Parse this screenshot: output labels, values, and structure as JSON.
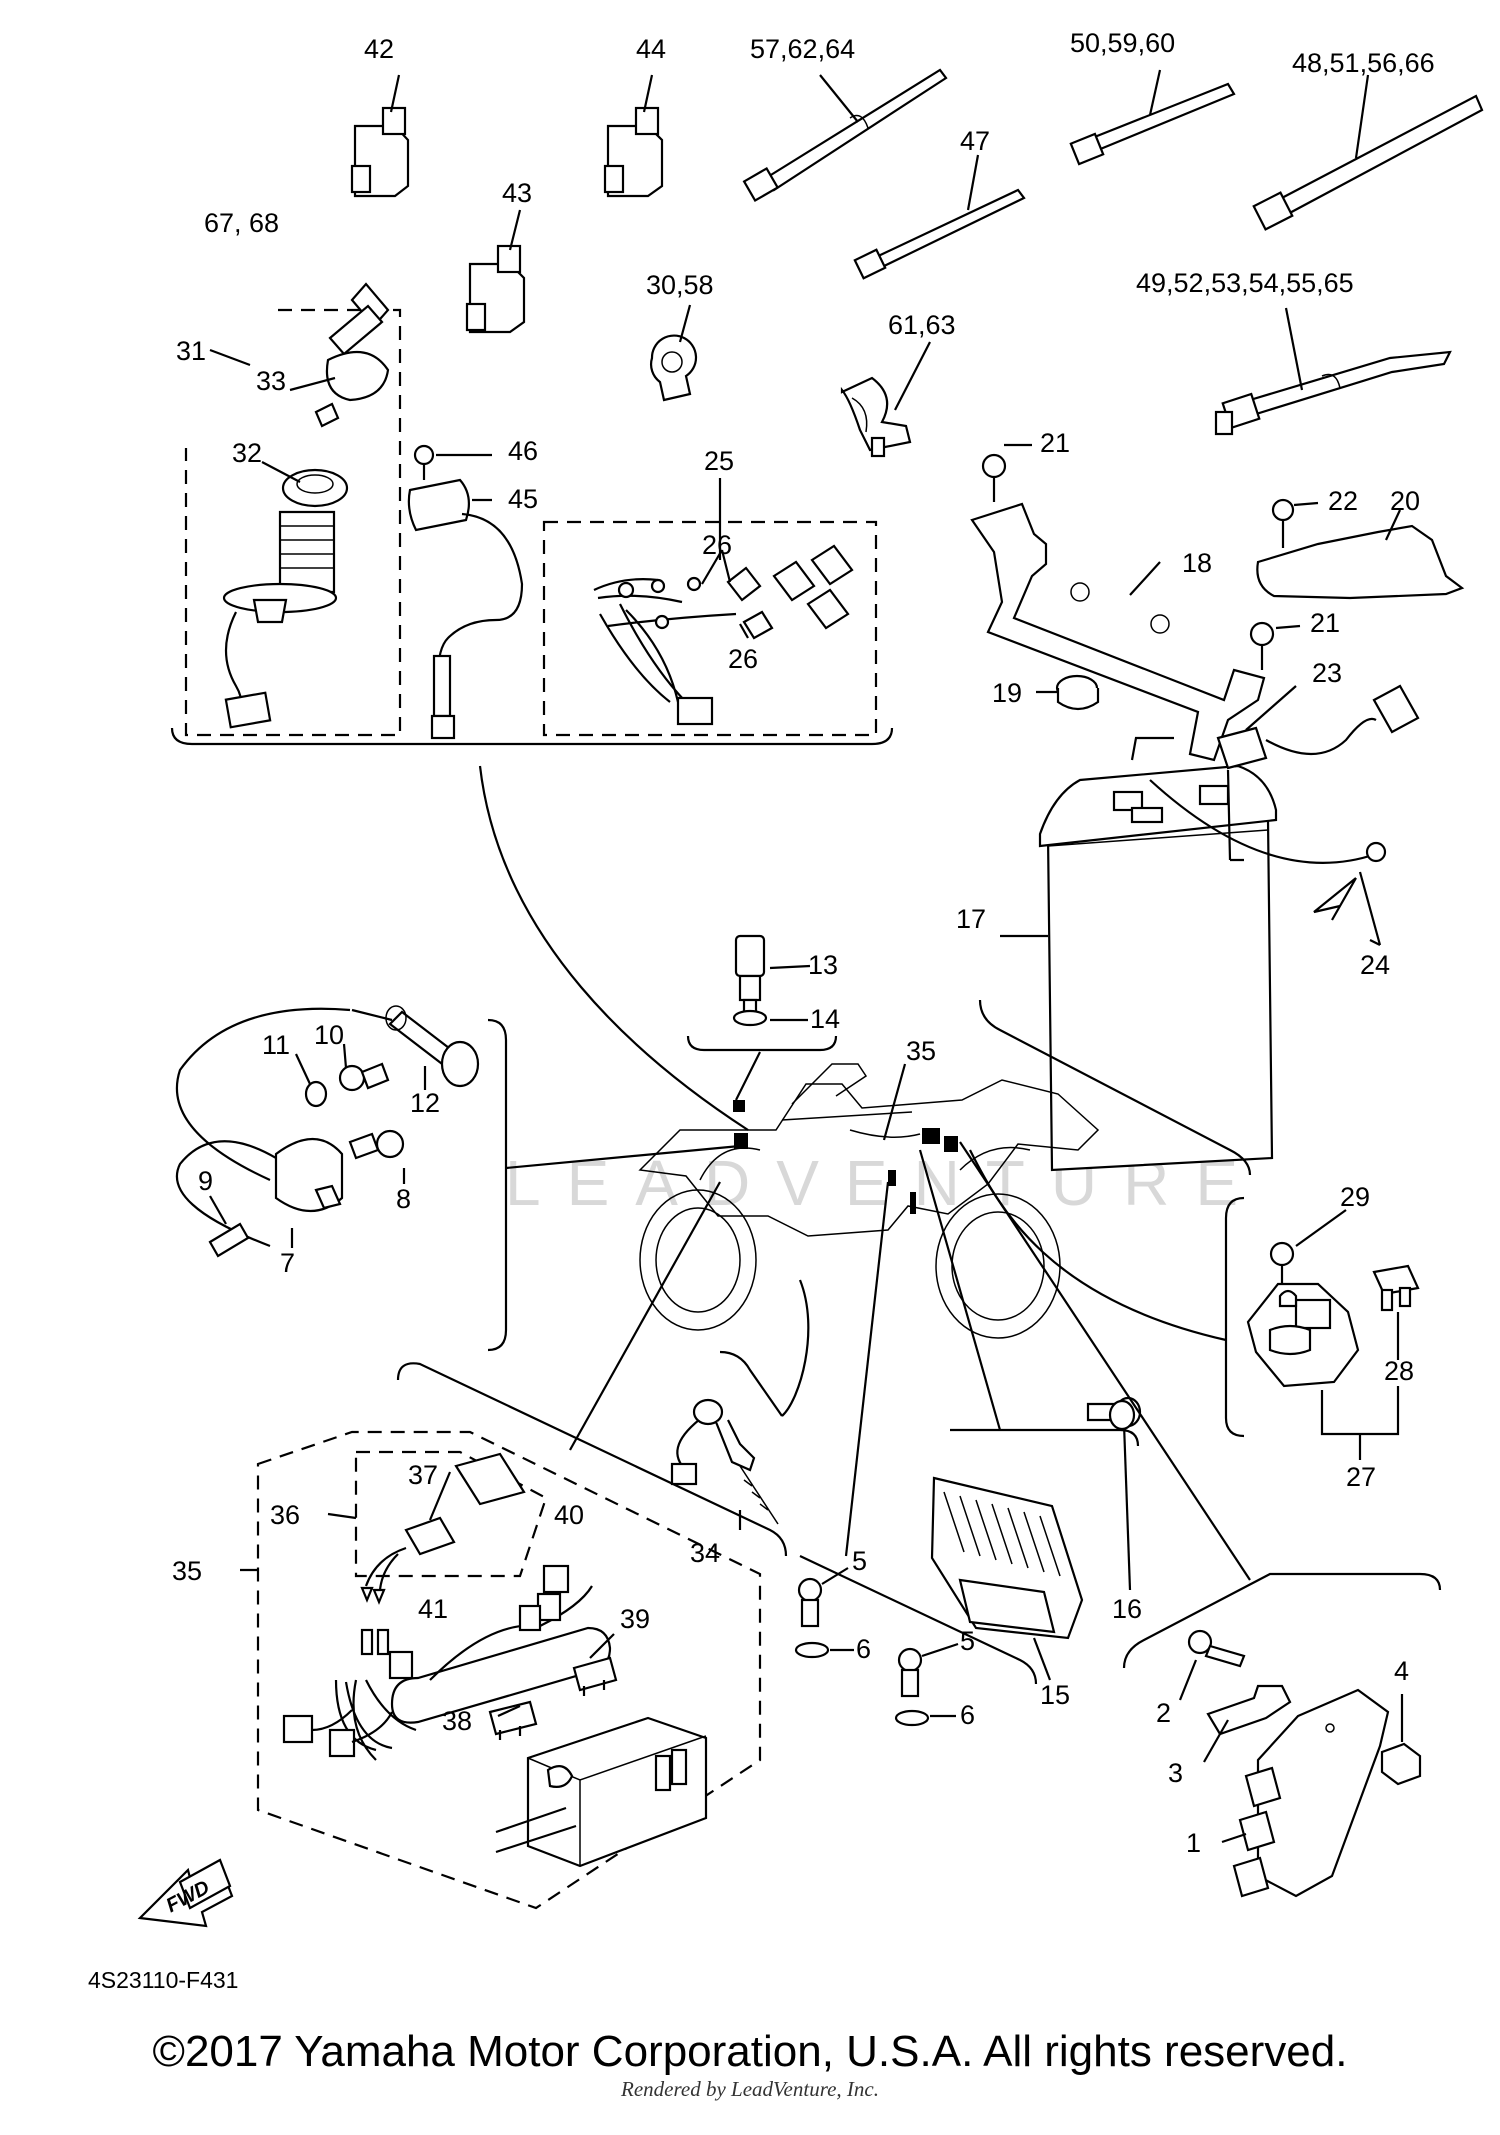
{
  "diagram": {
    "drawing_code": "4S23110-F431",
    "fwd_label": "FWD",
    "watermark": "LEADVENTURE",
    "callouts": {
      "c1": "1",
      "c2": "2",
      "c3": "3",
      "c4": "4",
      "c5a": "5",
      "c5b": "5",
      "c6a": "6",
      "c6b": "6",
      "c7": "7",
      "c8": "8",
      "c9": "9",
      "c10": "10",
      "c11": "11",
      "c12": "12",
      "c13": "13",
      "c14": "14",
      "c15": "15",
      "c16": "16",
      "c17": "17",
      "c18": "18",
      "c19": "19",
      "c20": "20",
      "c21a": "21",
      "c21b": "21",
      "c22": "22",
      "c23": "23",
      "c24": "24",
      "c25": "25",
      "c26a": "26",
      "c26b": "26",
      "c27": "27",
      "c28": "28",
      "c29": "29",
      "c30_58": "30,58",
      "c31": "31",
      "c32": "32",
      "c33": "33",
      "c34": "34",
      "c35a": "35",
      "c35b": "35",
      "c36": "36",
      "c37": "37",
      "c38": "38",
      "c39": "39",
      "c40": "40",
      "c41": "41",
      "c42": "42",
      "c43": "43",
      "c44": "44",
      "c45": "45",
      "c46": "46",
      "c47": "47",
      "c48_51_56_66": "48,51,56,66",
      "c49_52_53_54_55_65": "49,52,53,54,55,65",
      "c50_59_60": "50,59,60",
      "c57_62_64": "57,62,64",
      "c61_63": "61,63",
      "c67_68": "67, 68"
    }
  },
  "footer": {
    "copyright": "©2017 Yamaha Motor Corporation, U.S.A. All rights reserved.",
    "renderer": "Rendered by LeadVenture, Inc."
  }
}
